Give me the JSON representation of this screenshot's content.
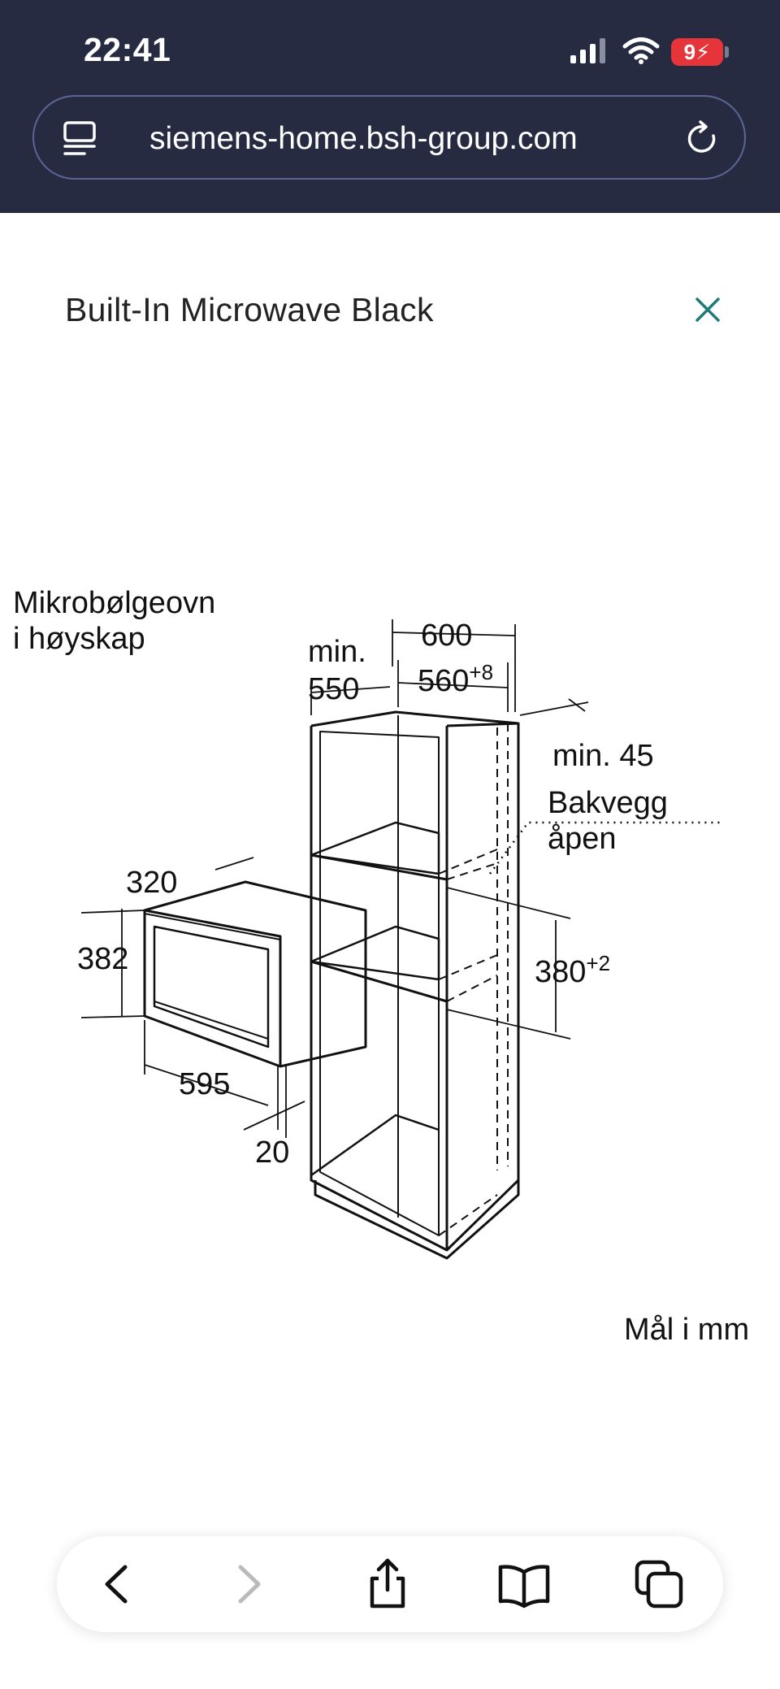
{
  "status": {
    "time": "22:41",
    "battery": "9"
  },
  "browser": {
    "url": "siemens-home.bsh-group.com"
  },
  "page": {
    "title": "Built-In Microwave Black"
  },
  "diagram": {
    "title_line1": "Mikrobølgeovn",
    "title_line2": "i høyskap",
    "min_label": "min.",
    "depth_550": "550",
    "width_600": "600",
    "width_560": "560",
    "sup_560": "+8",
    "min45": "min. 45",
    "back_line1": "Bakvegg",
    "back_line2": "åpen",
    "height_380": "380",
    "sup_380": "+2",
    "depth_320": "320",
    "height_382": "382",
    "width_595": "595",
    "gap_20": "20",
    "units": "Mål i mm"
  },
  "icons": {
    "tabs": "tabs-icon",
    "reload": "reload-icon",
    "close": "close-icon",
    "back": "chevron-left-icon",
    "forward": "chevron-right-icon",
    "share": "share-icon",
    "bookmarks": "book-icon",
    "tab_switcher": "tabs-overview-icon"
  },
  "colors": {
    "header_bg": "#262b42",
    "close_accent": "#1f7a78",
    "battery": "#e5353a"
  }
}
